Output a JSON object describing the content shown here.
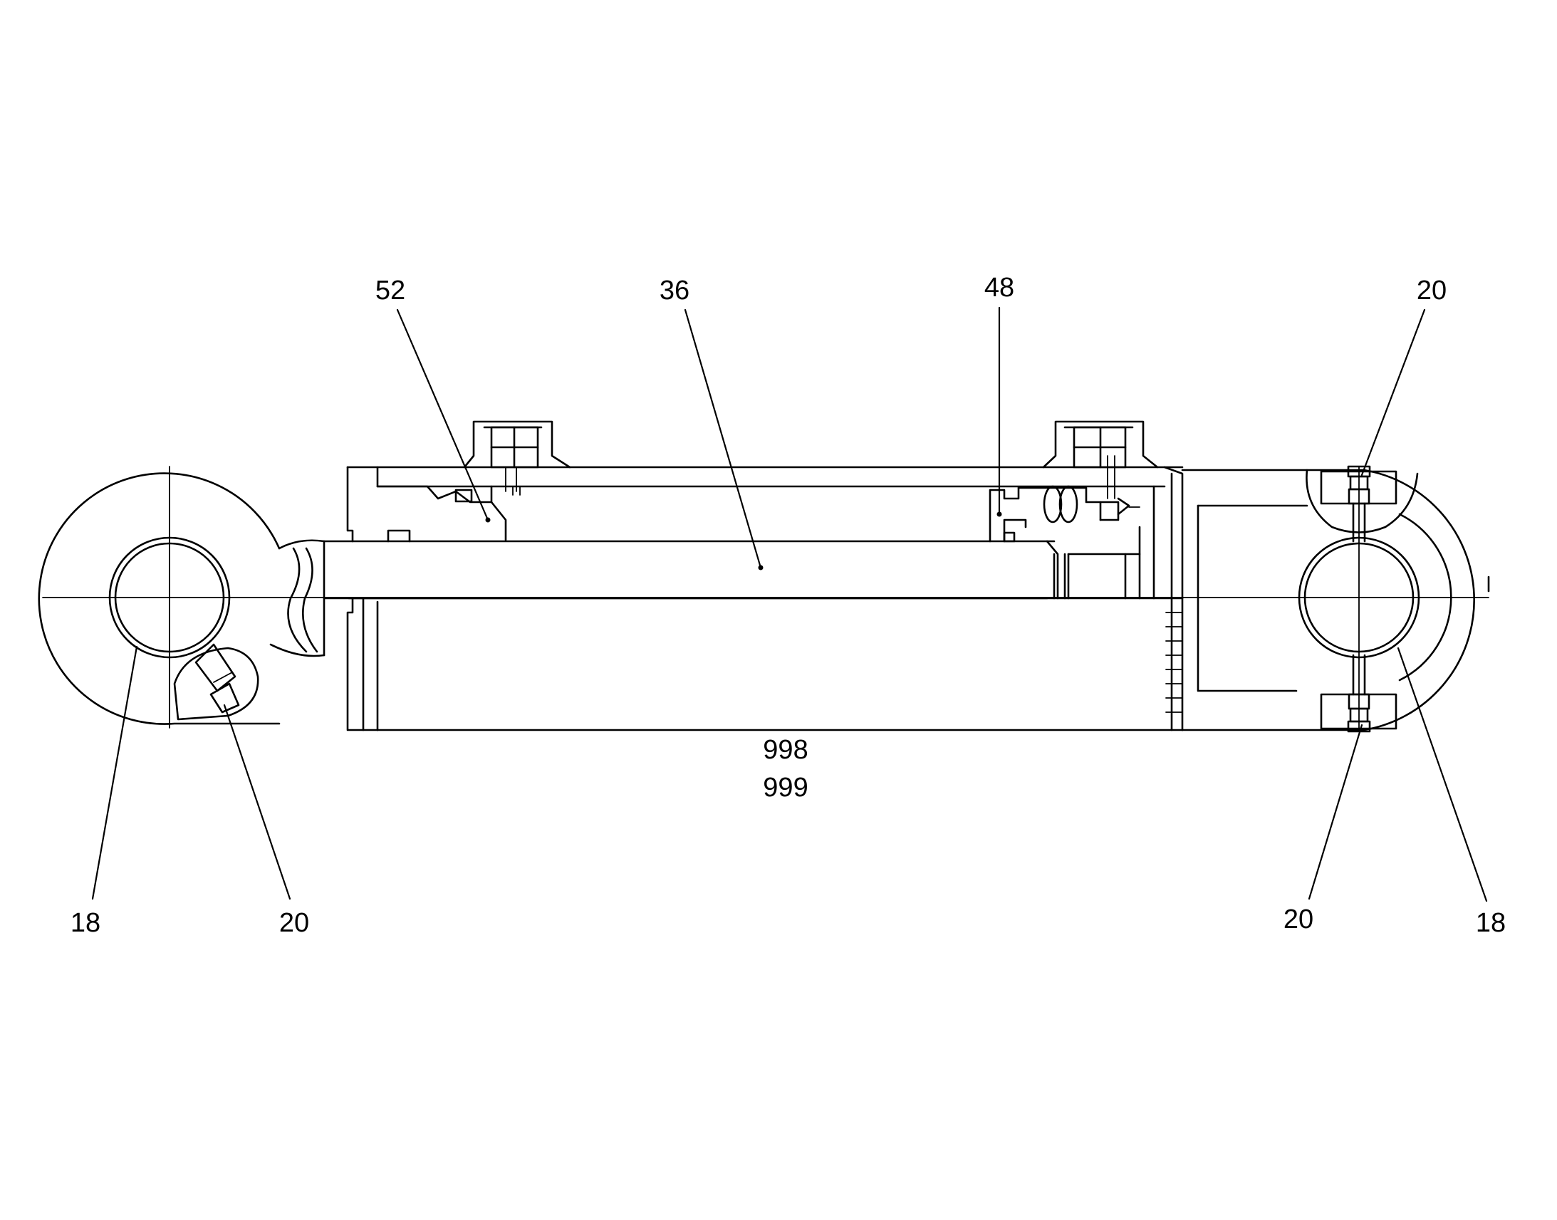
{
  "callouts": {
    "c52": "52",
    "c36": "36",
    "c48": "48",
    "c20_top_right": "20",
    "c998": "998",
    "c999": "999",
    "c18_left": "18",
    "c20_left": "20",
    "c20_bottom_right": "20",
    "c18_right": "18"
  },
  "colors": {
    "line": "#000000",
    "background": "#ffffff"
  }
}
